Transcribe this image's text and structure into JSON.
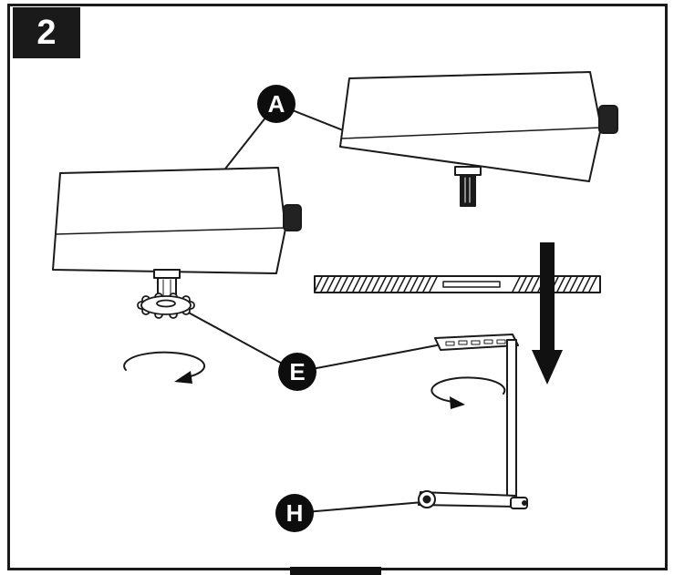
{
  "page": {
    "background_color": "#ffffff",
    "ink_color": "#1a1a1a"
  },
  "step": {
    "number": "2"
  },
  "callouts": [
    {
      "id": "a",
      "label": "A",
      "points_to": "speaker-cabinets"
    },
    {
      "id": "e",
      "label": "E",
      "points_to": "hand-wheel-and-slot-plate"
    },
    {
      "id": "h",
      "label": "H",
      "points_to": "thumb-screw"
    }
  ],
  "icons": {
    "down_arrow": "solid-down-arrow",
    "rotate_left": "curved-rotation-arrow",
    "rotate_right": "curved-rotation-arrow"
  }
}
